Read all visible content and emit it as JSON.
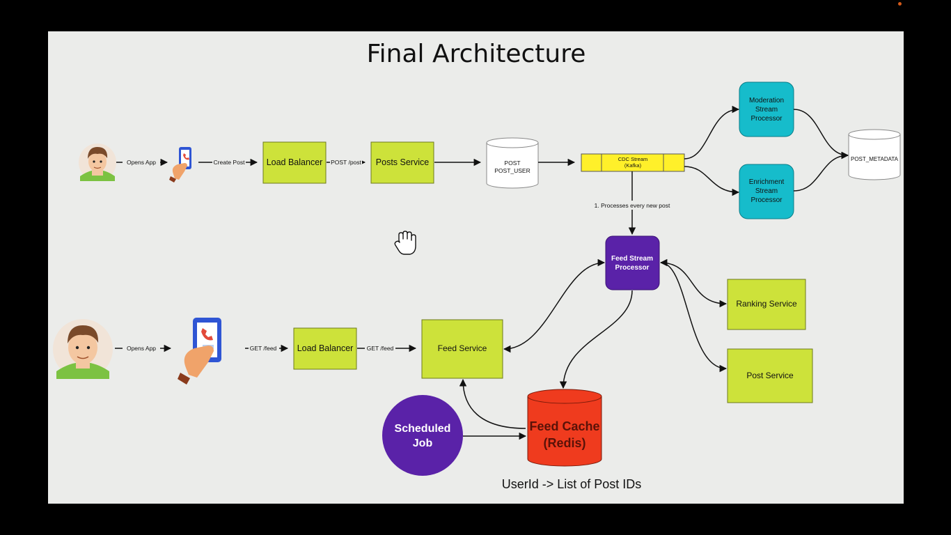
{
  "title": "Final Architecture",
  "colors": {
    "slide_bg": "#ebecea",
    "service_box": "#cde23a",
    "stream_processor_teal": "#16bccb",
    "feed_processor_purple": "#5a22a8",
    "scheduled_job_purple": "#5a22a8",
    "feed_cache_red": "#ef3b1e",
    "cdc_stream_yellow": "#fff02a"
  },
  "write_path": {
    "user_icon": "user-avatar-icon",
    "phone_icon": "phone-hand-icon",
    "edge_opens_app": "Opens App",
    "edge_create_post": "Create Post",
    "load_balancer": "Load Balancer",
    "edge_post": "POST /post",
    "posts_service": "Posts Service",
    "db_line1": "POST",
    "db_line2": "POST_USER",
    "cdc_line1": "CDC Stream",
    "cdc_line2": "(Kafka)",
    "moderation": [
      "Moderation",
      "Stream",
      "Processor"
    ],
    "enrichment": [
      "Enrichment",
      "Stream",
      "Processor"
    ],
    "post_metadata": "POST_METADATA",
    "processes_label": "1. Processes every new post"
  },
  "read_path": {
    "user_icon": "user-avatar-icon",
    "phone_icon": "phone-hand-icon",
    "edge_opens_app": "Opens App",
    "edge_get_feed_1": "GET /feed",
    "load_balancer": "Load Balancer",
    "edge_get_feed_2": "GET /feed",
    "feed_service": "Feed Service",
    "feed_stream_processor": [
      "Feed Stream",
      "Processor"
    ],
    "ranking_service": "Ranking Service",
    "post_service": "Post Service",
    "scheduled_job": [
      "Scheduled",
      "Job"
    ],
    "feed_cache": [
      "Feed Cache",
      "(Redis)"
    ],
    "cache_caption": "UserId -> List of Post IDs"
  },
  "cursor_icon": "hand-cursor-icon"
}
